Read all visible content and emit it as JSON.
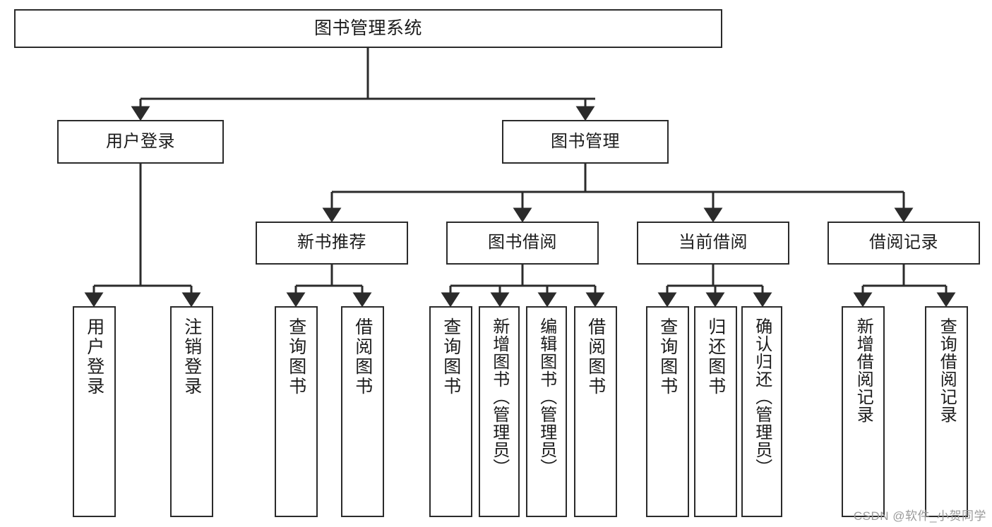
{
  "diagram": {
    "type": "hierarchy-tree",
    "title_node": {
      "label": "图书管理系统"
    },
    "level2": [
      {
        "id": "user-login",
        "label": "用户登录"
      },
      {
        "id": "book-manage",
        "label": "图书管理"
      }
    ],
    "level3": [
      {
        "id": "new-book-recommend",
        "label": "新书推荐"
      },
      {
        "id": "book-borrow",
        "label": "图书借阅"
      },
      {
        "id": "current-borrow",
        "label": "当前借阅"
      },
      {
        "id": "borrow-record",
        "label": "借阅记录"
      }
    ],
    "leaves": [
      {
        "id": "leaf-user-login",
        "label": "用户登录",
        "parent": "user-login"
      },
      {
        "id": "leaf-logout-login",
        "label": "注销登录",
        "parent": "user-login"
      },
      {
        "id": "leaf-query-book-1",
        "label": "查询图书",
        "parent": "new-book-recommend"
      },
      {
        "id": "leaf-borrow-book-1",
        "label": "借阅图书",
        "parent": "new-book-recommend"
      },
      {
        "id": "leaf-query-book-2",
        "label": "查询图书",
        "parent": "book-borrow"
      },
      {
        "id": "leaf-add-book",
        "label": "新增图书（管理员）",
        "parent": "book-borrow"
      },
      {
        "id": "leaf-edit-book",
        "label": "编辑图书（管理员）",
        "parent": "book-borrow"
      },
      {
        "id": "leaf-borrow-book-2",
        "label": "借阅图书",
        "parent": "book-borrow"
      },
      {
        "id": "leaf-query-book-3",
        "label": "查询图书",
        "parent": "current-borrow"
      },
      {
        "id": "leaf-return-book",
        "label": "归还图书",
        "parent": "current-borrow"
      },
      {
        "id": "leaf-confirm-return",
        "label": "确认归还（管理员）",
        "parent": "current-borrow"
      },
      {
        "id": "leaf-add-record",
        "label": "新增借阅记录",
        "parent": "borrow-record"
      },
      {
        "id": "leaf-query-record",
        "label": "查询借阅记录",
        "parent": "borrow-record"
      }
    ],
    "watermark": "CSDN @软件_小贺同学",
    "colors": {
      "border": "#2b2b2b",
      "background": "#ffffff",
      "text": "#1b1b1b",
      "watermark": "#9a9a9a"
    }
  }
}
